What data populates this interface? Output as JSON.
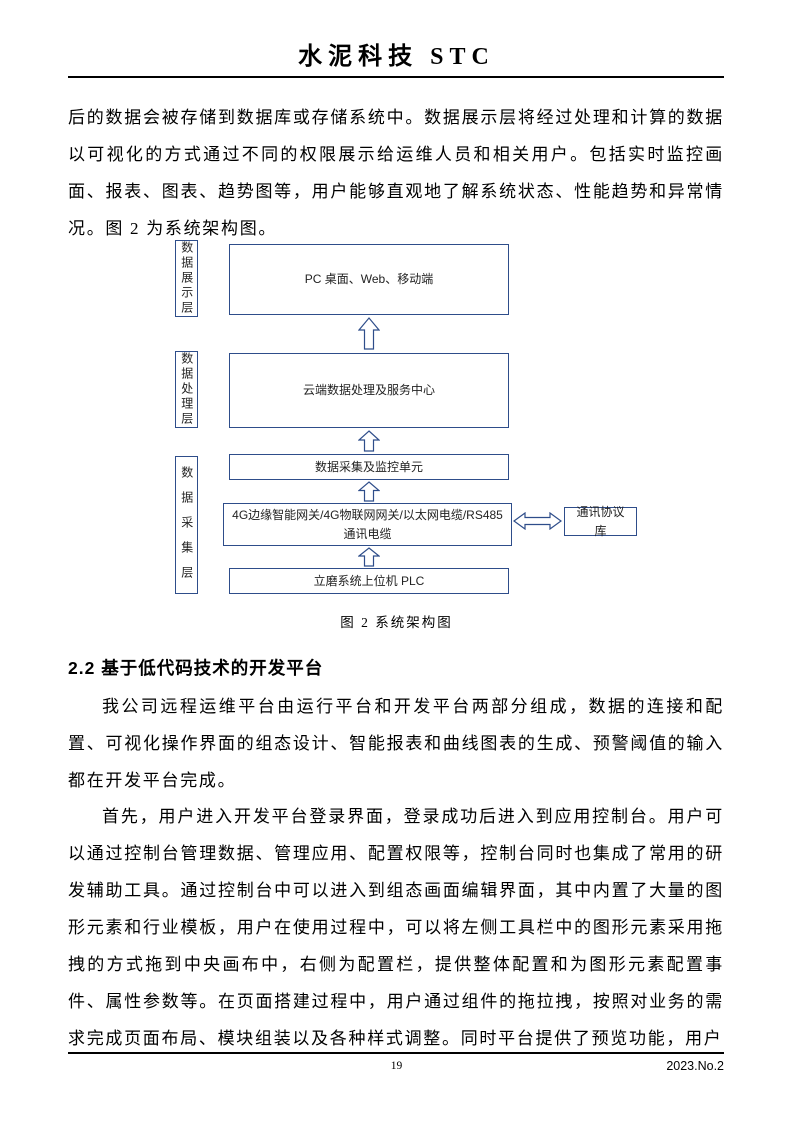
{
  "header": {
    "title": "水泥科技 STC"
  },
  "body": {
    "paragraph_1": "后的数据会被存储到数据库或存储系统中。数据展示层将经过处理和计算的数据以可视化的方式通过不同的权限展示给运维人员和相关用户。包括实时监控画面、报表、图表、趋势图等，用户能够直观地了解系统状态、性能趋势和异常情况。图 2 为系统架构图。",
    "section_heading": "2.2 基于低代码技术的开发平台",
    "paragraph_2": "我公司远程运维平台由运行平台和开发平台两部分组成，数据的连接和配置、可视化操作界面的组态设计、智能报表和曲线图表的生成、预警阈值的输入都在开发平台完成。",
    "paragraph_3": "首先，用户进入开发平台登录界面，登录成功后进入到应用控制台。用户可以通过控制台管理数据、管理应用、配置权限等，控制台同时也集成了常用的研发辅助工具。通过控制台中可以进入到组态画面编辑界面，其中内置了大量的图形元素和行业模板，用户在使用过程中，可以将左侧工具栏中的图形元素采用拖拽的方式拖到中央画布中，右侧为配置栏，提供整体配置和为图形元素配置事件、属性参数等。在页面搭建过程中，用户通过组件的拖拉拽，按照对业务的需求完成页面布局、模块组装以及各种样式调整。同时平台提供了预览功能，用户"
  },
  "diagram": {
    "layers": [
      "数据展示层",
      "数据处理层",
      "数据采集层"
    ],
    "boxes": {
      "pc": "PC 桌面、Web、移动端",
      "cloud": "云端数据处理及服务中心",
      "daq": "数据采集及监控单元",
      "gateway": "4G边缘智能网关/4G物联网网关/以太网电缆/RS485通讯电缆",
      "protocol": "通讯协议库",
      "plc": "立磨系统上位机 PLC"
    },
    "caption": "图 2  系统架构图"
  },
  "footer": {
    "page_number": "19",
    "issue": "2023.No.2"
  },
  "colors": {
    "diagram_border": "#2e4d8a",
    "text": "#000000"
  }
}
